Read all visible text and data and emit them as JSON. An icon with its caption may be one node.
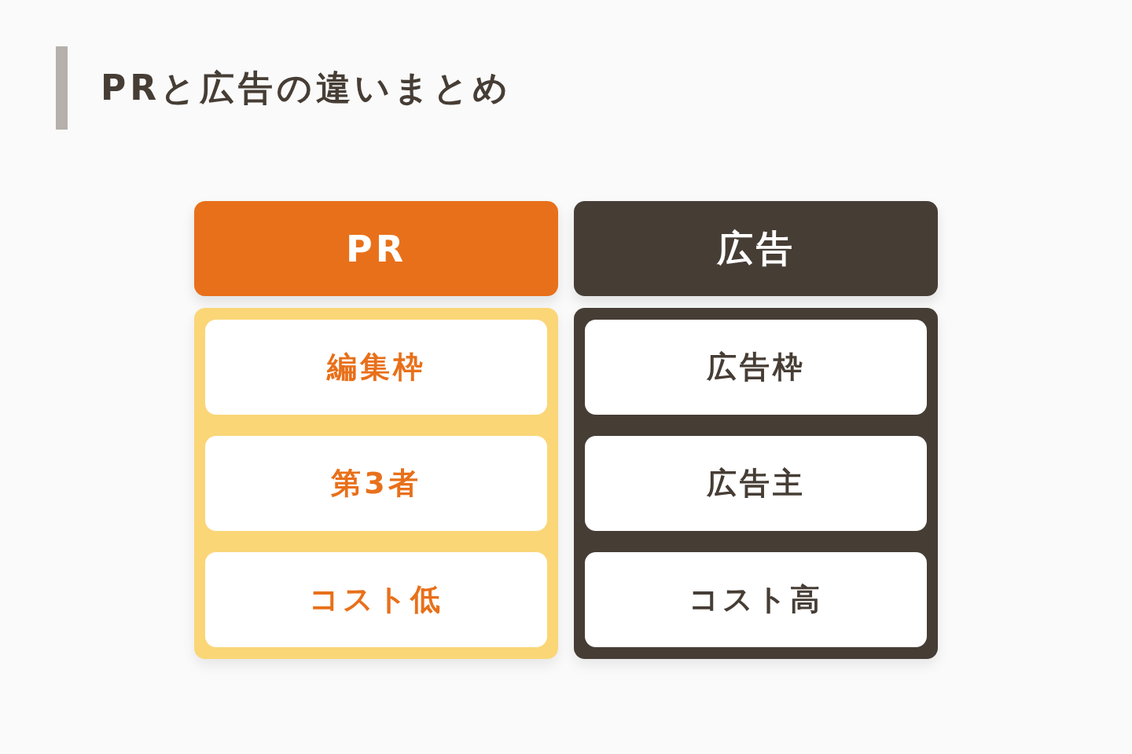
{
  "diagram": {
    "title": "PRと広告の違いまとめ",
    "nodes": [
      {
        "text": [
          "PR"
        ]
      },
      {
        "text": [],
        "shape": "box"
      },
      {
        "text": [
          "編集枠"
        ],
        "in": 1
      },
      {
        "text": [
          "第3者"
        ],
        "in": 1
      },
      {
        "text": [
          "コスト低"
        ],
        "in": 1
      },
      {
        "text": [
          "広告"
        ]
      },
      {
        "text": [],
        "shape": "box"
      },
      {
        "text": [
          "広告枠"
        ],
        "in": 6
      },
      {
        "text": [
          "広告主"
        ],
        "in": 6
      },
      {
        "text": [
          "コスト高"
        ],
        "in": 6
      }
    ]
  }
}
